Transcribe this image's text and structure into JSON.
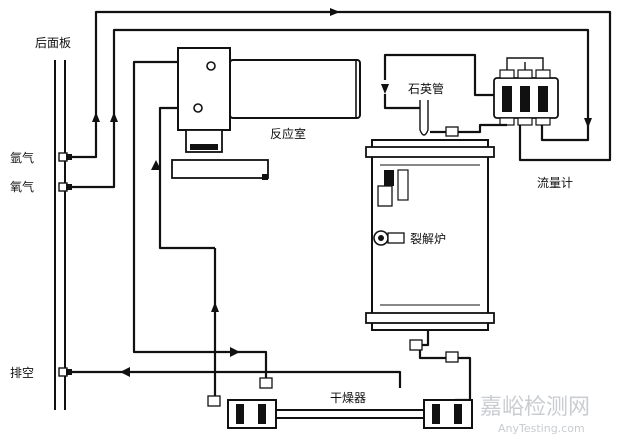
{
  "labels": {
    "rear_panel": "后面板",
    "argon": "氩气",
    "oxygen": "氧气",
    "vent": "排空",
    "reaction_chamber": "反应室",
    "quartz_tube": "石英管",
    "cracking_furnace": "裂解炉",
    "flow_meter": "流量计",
    "dryer": "干燥器"
  },
  "watermark": {
    "cn": "嘉峪检测网",
    "en": "AnyTesting.com"
  },
  "colors": {
    "line": "#111111",
    "watermark": "#c9ccd0",
    "background": "#ffffff"
  }
}
